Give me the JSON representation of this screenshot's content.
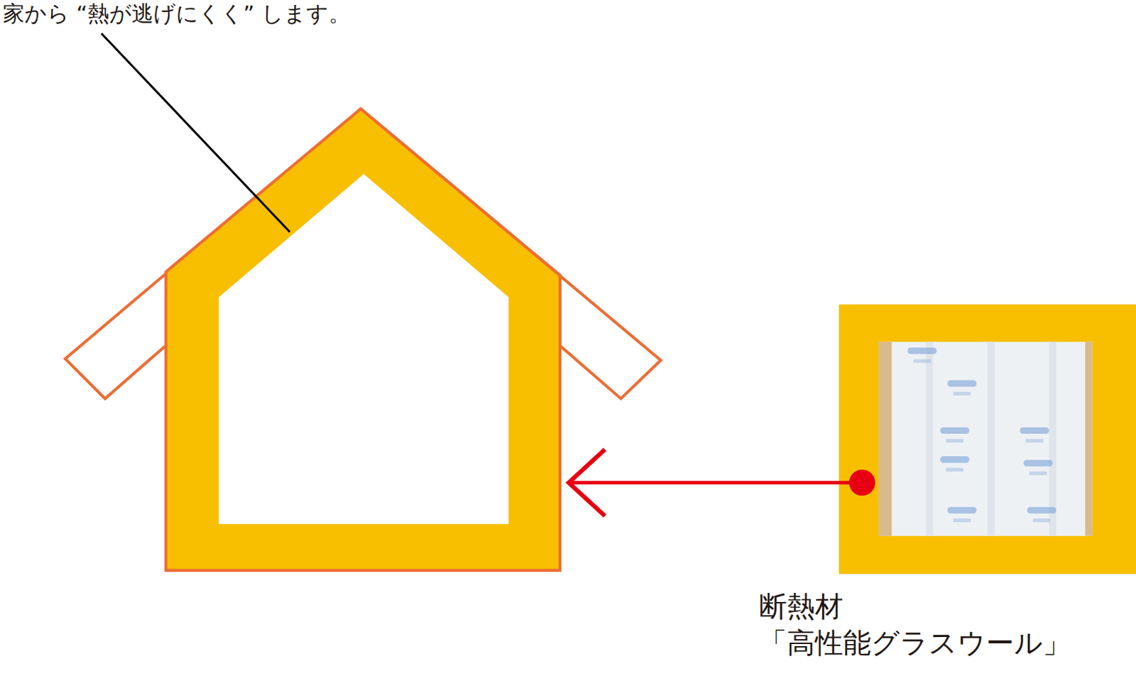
{
  "diagram": {
    "nodes": [
      {
        "text": [
          "断熱材",
          "「高性能グラスウール」"
        ]
      }
    ],
    "labels": [
      "家から “熱が逃げにくく” します。"
    ]
  }
}
